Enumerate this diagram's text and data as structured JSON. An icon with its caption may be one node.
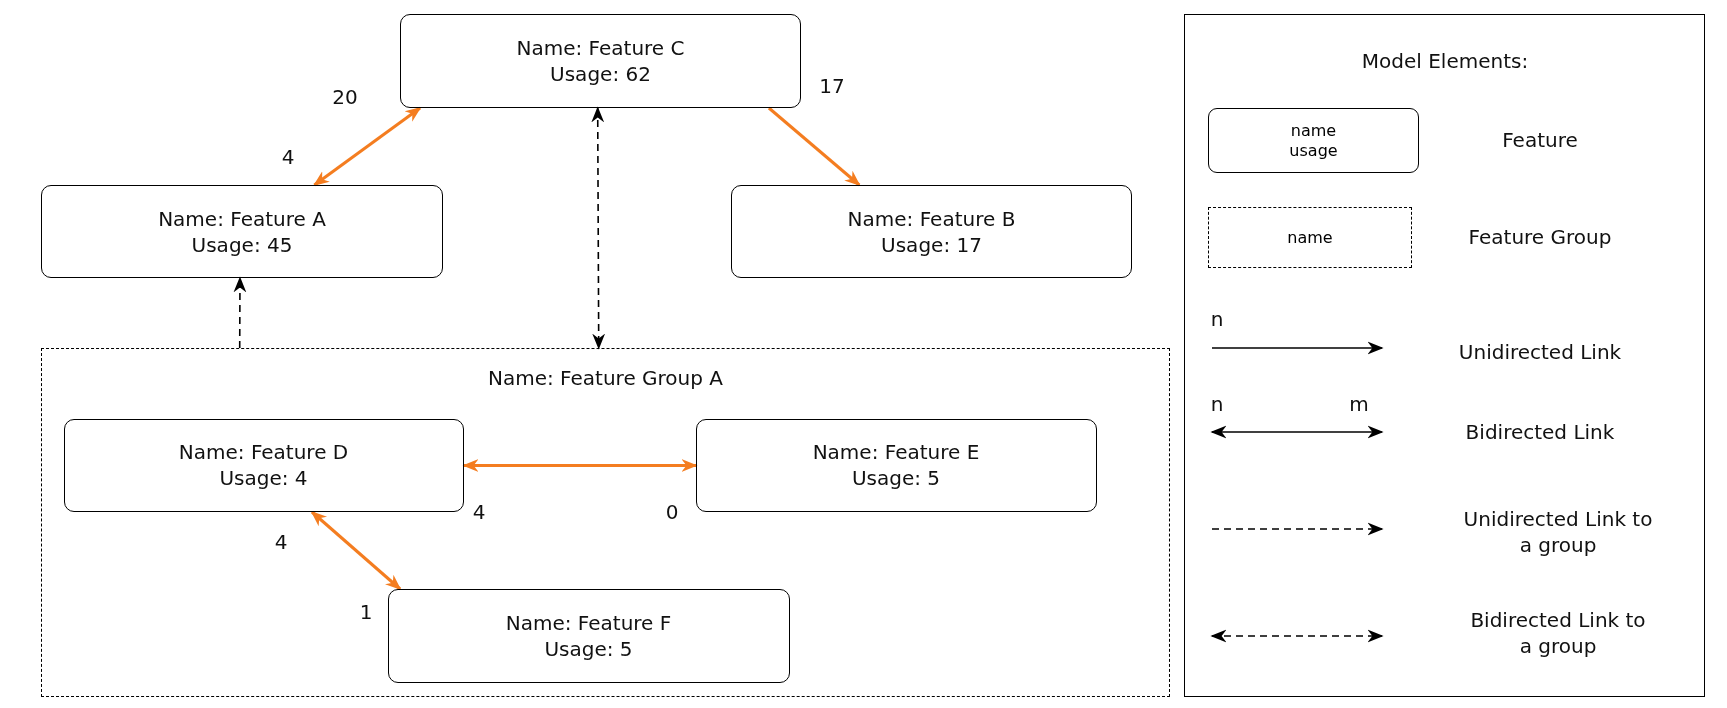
{
  "diagram": {
    "nodes": [
      {
        "text": [
          "Name: Feature C",
          "Usage: 62"
        ]
      },
      {
        "text": [
          "Name: Feature A",
          "Usage: 45"
        ]
      },
      {
        "text": [
          "Name: Feature B",
          "Usage: 17"
        ]
      },
      {
        "text": [
          "Name: Feature Group A"
        ]
      },
      {
        "text": [
          "Name: Feature D",
          "Usage: 4"
        ],
        "in": 3
      },
      {
        "text": [
          "Name: Feature E",
          "Usage: 5"
        ],
        "in": 3
      },
      {
        "text": [
          "Name: Feature F",
          "Usage: 5"
        ],
        "in": 3
      }
    ],
    "edges": [
      {
        "from": 1,
        "to": 0,
        "arrow": "both"
      },
      {
        "from": 0,
        "to": 2,
        "arrow": "to"
      },
      {
        "from": 0,
        "to": 3,
        "arrow": "both",
        "style": "dashed",
        "color": "#000000"
      },
      {
        "from": 3,
        "to": 1,
        "arrow": "to",
        "style": "dashed",
        "color": "#000000"
      },
      {
        "from": 4,
        "to": 5,
        "arrow": "both"
      },
      {
        "from": 4,
        "to": 6,
        "arrow": "both"
      }
    ],
    "labels": [
      "20",
      "17",
      "4",
      "4",
      "0",
      "4",
      "1",
      "Model Elements:",
      "name usage",
      "name",
      "n",
      "n",
      "m"
    ],
    "legend": [
      {
        "text": "Feature"
      },
      {
        "text": "Feature Group"
      },
      {
        "text": "Unidirected Link"
      },
      {
        "text": "Bidirected Link"
      },
      {
        "text": "Unidirected Link to a group"
      },
      {
        "text": "Bidirected Link to a group"
      }
    ]
  }
}
